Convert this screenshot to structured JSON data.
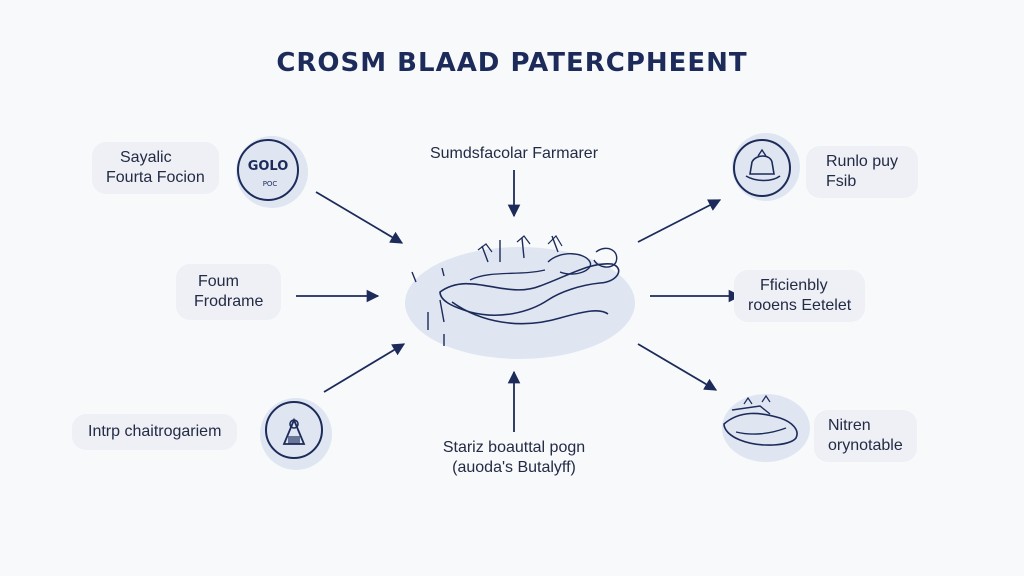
{
  "title": "CROSM BLAAD PATERCPHEENT",
  "top_label": "Sumdsfacolar Farmarer",
  "bottom_label": {
    "line1": "Stariz boauttal pogn",
    "line2": "(auoda's Butalyff)"
  },
  "left_nodes": [
    {
      "line1": "Sayalic",
      "line2": "Fourta Focion",
      "icon_text_top": "GOLO",
      "icon_text_bottom": "POC"
    },
    {
      "line1": "Foum",
      "line2": "Frodrame"
    },
    {
      "line1": "Intrp chaitrogariem"
    }
  ],
  "right_nodes": [
    {
      "line1": "Runlo puy",
      "line2": "Fsib"
    },
    {
      "line1": "Fficienbly",
      "line2": "rooens Eetelet"
    },
    {
      "line1": "Nitren",
      "line2": "orynotable"
    }
  ],
  "colors": {
    "ink": "#1c2b5a",
    "blob": "#dfe6f2",
    "pill": "#eef0f5"
  }
}
